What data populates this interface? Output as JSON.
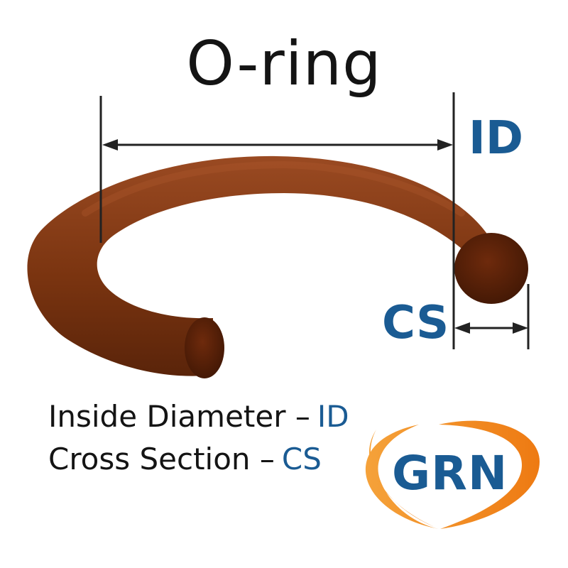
{
  "title": "O-ring",
  "dimension_labels": {
    "inside_diameter": "ID",
    "cross_section": "CS"
  },
  "legend": [
    {
      "text": "Inside Diameter –",
      "abbr": "ID"
    },
    {
      "text": "Cross Section –",
      "abbr": "CS"
    }
  ],
  "logo": {
    "text": "GRN",
    "text_color": "#1a5b93",
    "swoosh_color": "#f28a1c"
  },
  "colors": {
    "ring": "#7a3410",
    "ring_dark": "#4a1c06",
    "ring_light": "#9a4a22",
    "label_blue": "#1a5b93",
    "text": "#141414"
  }
}
